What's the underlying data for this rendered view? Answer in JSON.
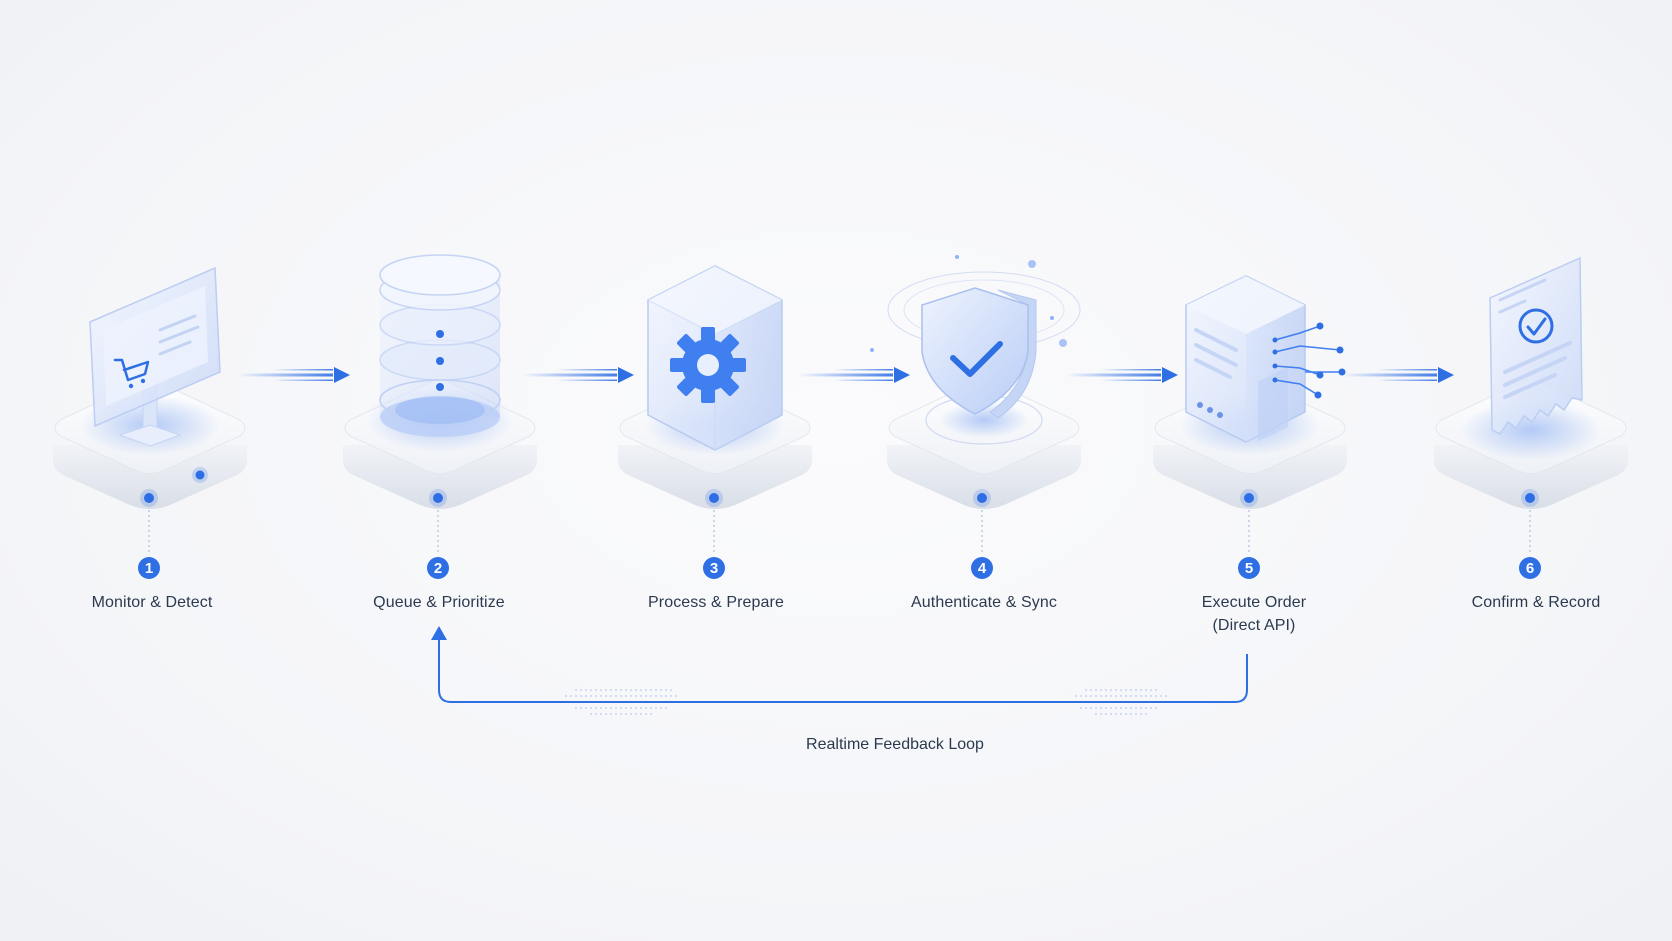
{
  "steps": [
    {
      "number": "1",
      "label": "Monitor & Detect",
      "icon": "monitor-cart-icon"
    },
    {
      "number": "2",
      "label": "Queue & Prioritize",
      "icon": "database-stack-icon"
    },
    {
      "number": "3",
      "label": "Process & Prepare",
      "icon": "gear-cube-icon"
    },
    {
      "number": "4",
      "label": "Authenticate & Sync",
      "icon": "shield-check-icon"
    },
    {
      "number": "5",
      "label": "Execute Order\n(Direct API)",
      "label_line1": "Execute Order",
      "label_line2": "(Direct API)",
      "icon": "server-api-icon"
    },
    {
      "number": "6",
      "label": "Confirm & Record",
      "icon": "receipt-check-icon"
    }
  ],
  "feedback_loop": {
    "label": "Realtime Feedback Loop"
  },
  "colors": {
    "accent": "#2f6fe4",
    "accent_light": "#8fb2f5",
    "platform": "#ffffff",
    "glass": "#dfe8fb",
    "text": "#2c3a4f"
  }
}
